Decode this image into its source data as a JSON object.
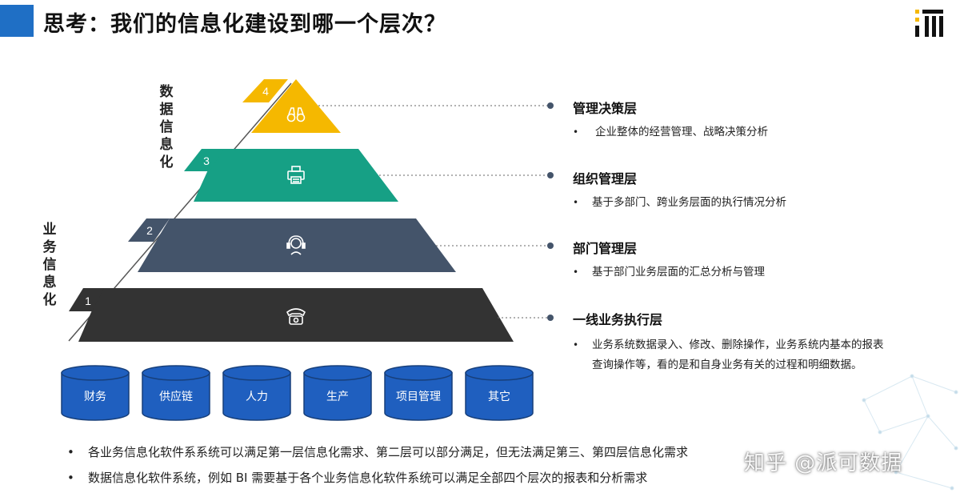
{
  "slide": {
    "title": "思考：我们的信息化建设到哪一个层次？",
    "accent_color": "#1f6fc5",
    "logo_icon": "pai-ke-logo-icon"
  },
  "side_labels": {
    "data_info": "数据信息化",
    "business_info": "业务信息化"
  },
  "pyramid": {
    "layers": [
      {
        "number": "1",
        "color": "#333333",
        "icon": "telephone-icon",
        "title": "一线业务执行层",
        "desc": "业务系统数据录入、修改、删除操作，业务系统内基本的报表查询操作等，看的是和自身业务有关的过程和明细数据。"
      },
      {
        "number": "2",
        "color": "#44546a",
        "icon": "headset-icon",
        "title": "部门管理层",
        "desc": "基于部门业务层面的汇总分析与管理"
      },
      {
        "number": "3",
        "color": "#16a085",
        "icon": "printer-icon",
        "title": "组织管理层",
        "desc": "基于多部门、跨业务层面的执行情况分析"
      },
      {
        "number": "4",
        "color": "#f5b800",
        "icon": "binoculars-icon",
        "title": "管理决策层",
        "desc": "企业整体的经营管理、战略决策分析"
      }
    ]
  },
  "systems": [
    "财务",
    "供应链",
    "人力",
    "生产",
    "项目管理",
    "其它"
  ],
  "drum_color": "#1f5fbf",
  "bullet_symbol": "•",
  "notes": [
    "各业务信息化软件系系统可以满足第一层信息化需求、第二层可以部分满足，但无法满足第三、第四层信息化需求",
    "数据信息化软件系统，例如 BI 需要基于各个业务信息化软件系统可以满足全部四个层次的报表和分析需求"
  ],
  "watermark": "知乎 @派可数据"
}
